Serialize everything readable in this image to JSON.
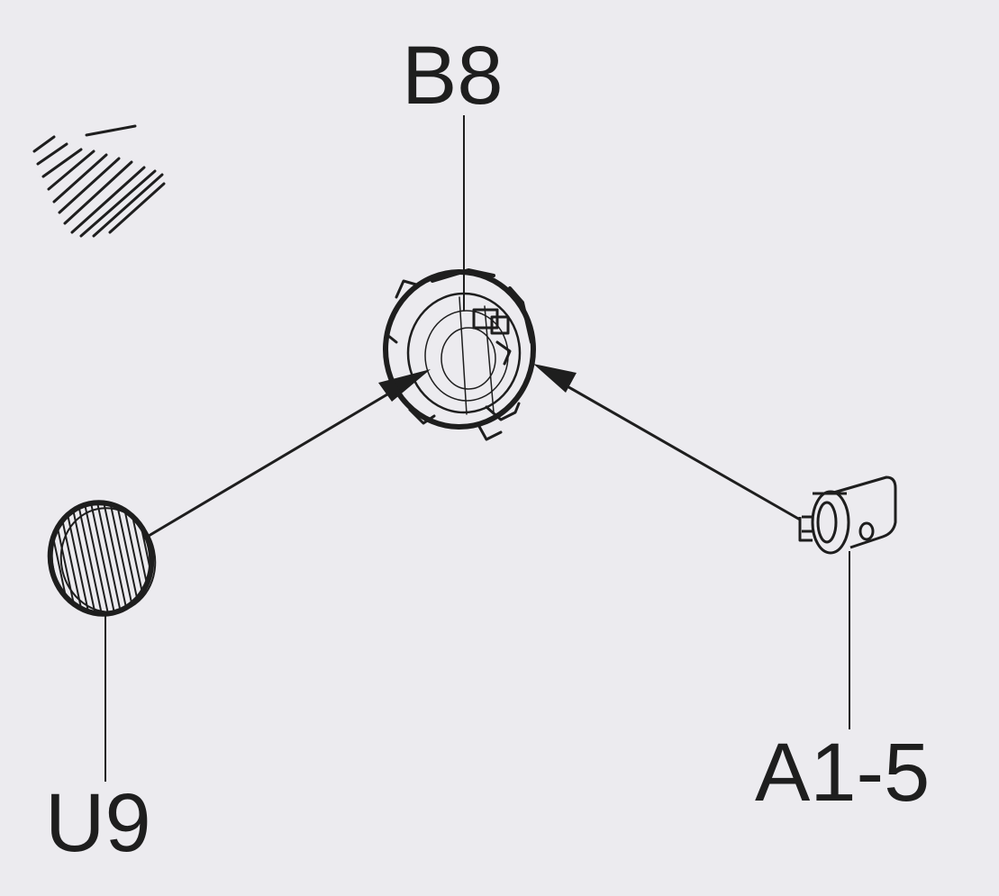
{
  "labels": {
    "top": "B8",
    "bottom_left": "U9",
    "bottom_right": "A1-5"
  },
  "colors": {
    "background": "#ecebef",
    "ink": "#1e1e1e"
  },
  "parts": [
    {
      "id": "B8",
      "shape": "retaining-ring"
    },
    {
      "id": "U9",
      "shape": "hatched-disc"
    },
    {
      "id": "A1-5",
      "shape": "small-bracket"
    }
  ]
}
